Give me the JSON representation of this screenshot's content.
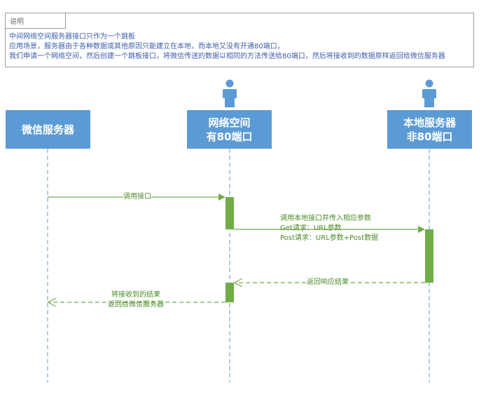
{
  "note": {
    "title": "说明",
    "lines": [
      "中间网络空间服务器接口只作为一个跳板",
      "应用场景，服务器由于各种数据或其他原因只能建立在本地，而本地又没有开通80端口，",
      "我们申请一个网络空间，然后创建一个跳板接口，将微信传送的数据以相同的方法传送给80端口，然后将接收到的数据原样返回给微信服务器"
    ]
  },
  "participants": [
    {
      "name": "wechat-server",
      "lines": [
        "微信服务器"
      ],
      "has_actor": false
    },
    {
      "name": "network-space",
      "lines": [
        "网络空间",
        "有80端口"
      ],
      "has_actor": true
    },
    {
      "name": "local-server",
      "lines": [
        "本地服务器",
        "非80端口"
      ],
      "has_actor": true
    }
  ],
  "messages": [
    {
      "lines": [
        "调用接口"
      ]
    },
    {
      "lines": [
        "调用本地接口并传入相应参数",
        "Get请求：URL参数",
        "Post请求：URL参数+Post数据"
      ]
    },
    {
      "lines": [
        "返回响应结果"
      ]
    },
    {
      "lines": [
        "将接收到的结果",
        "返回给微信服务器"
      ]
    }
  ],
  "colors": {
    "participant_fill": "#5b9bd5",
    "lifeline": "#5b9bd5",
    "activation": "#70ad47",
    "message": "#70ad47",
    "note_text": "#3b5ea8"
  }
}
